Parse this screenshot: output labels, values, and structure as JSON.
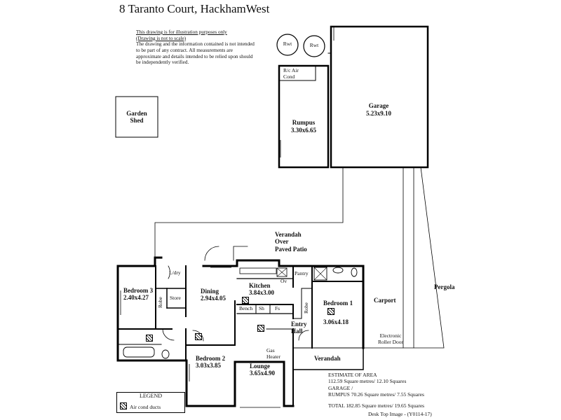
{
  "header": {
    "title": "8 Taranto Court, HackhamWest"
  },
  "disclaimer": {
    "line1": "This drawing is for illustration purposes only",
    "line2": "(Drawing is not to scale)",
    "body": "The drawing and the information contained is not intended to be part of any contract.  All measurements are approximate and details intended to be relied upon should be independently verified."
  },
  "labels": {
    "rwt1": "Rwt",
    "rwt2": "Rwt",
    "rc_air_cond": "R/c Air\nCond",
    "garage": "Garage",
    "garage_dim": "5.23x9.10",
    "rumpus": "Rumpus",
    "rumpus_dim": "3.30x6.65",
    "garden_shed": "Garden\nShed",
    "verandah_patio": "Verandah\nOver\nPaved Patio",
    "pergola": "Pergola",
    "carport": "Carport",
    "roller_door": "Electronic\nRoller Door",
    "ldry": "L/dry",
    "store": "Store",
    "bedroom3": "Bedroom 3",
    "bedroom3_dim": "2.40x4.27",
    "robe1": "Robe",
    "dining": "Dining",
    "dining_dim": "2.94x4.05",
    "kitchen": "Kitchen",
    "kitchen_dim": "3.84x3.00",
    "bench": "Bench",
    "sh": "Sh",
    "fs": "Fs",
    "ov": "Ov",
    "pantry": "Pantry",
    "bedroom1": "Bedroom 1",
    "bedroom1_dim": "3.06x4.18",
    "robe2": "Robe",
    "entry_hall": "Entry\nHall",
    "bedroom2": "Bedroom 2",
    "bedroom2_dim": "3.03x3.85",
    "gas_heater": "Gas\nHeater",
    "lounge": "Lounge",
    "lounge_dim": "3.65x4.90",
    "verandah_front": "Verandah"
  },
  "estimate": {
    "heading": "ESTIMATE OF AREA",
    "house": "112.59 Square metres/  12.10 Squares",
    "garage_label": "GARAGE /",
    "garage_rumpus": "RUMPUS 70.26 Square metres/  7.55 Squares",
    "total": "TOTAL  182.85 Square metres/  19.65 Squares"
  },
  "legend": {
    "title": "LEGEND",
    "item": "Air cond ducts"
  },
  "footer": {
    "note": "Desk Top Image - (Y0114-17)"
  }
}
